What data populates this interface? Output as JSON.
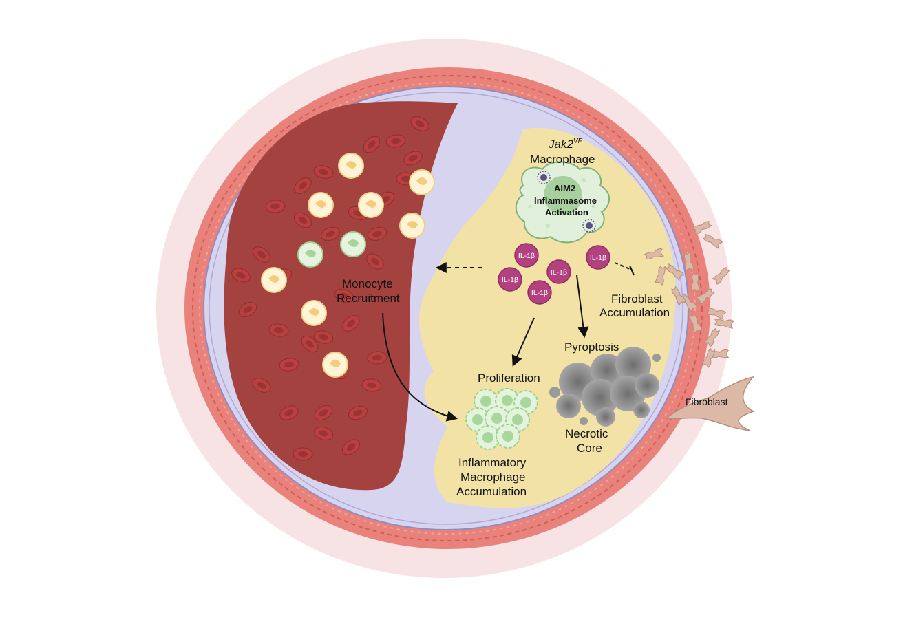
{
  "labels": {
    "jak2": "Jak2",
    "jak2_sup": "VF",
    "macrophage": "Macrophage",
    "aim2_line1": "AIM2",
    "aim2_line2": "Inflammasome",
    "aim2_line3": "Activation",
    "monocyte_line1": "Monocyte",
    "monocyte_line2": "Recruitment",
    "fibroblast_acc_line1": "Fibroblast",
    "fibroblast_acc_line2": "Accumulation",
    "pyroptosis": "Pyroptosis",
    "proliferation": "Proliferation",
    "necrotic_line1": "Necrotic",
    "necrotic_line2": "Core",
    "inflam_line1": "Inflammatory",
    "inflam_line2": "Macrophage",
    "inflam_line3": "Accumulation",
    "fibroblast": "Fibroblast",
    "il1b": "IL-1β"
  },
  "colors": {
    "outer_halo": "#f7e2e2",
    "vessel_wall": "#e8817a",
    "intima": "#d9d6ee",
    "lumen_blood": "#a3423f",
    "plaque": "#f3e3a8",
    "macrophage_cell": "#dff0d8",
    "il1b_bubble": "#b3407f",
    "necrotic": "#8a8a8a",
    "fibroblast": "#dcb9a8"
  }
}
